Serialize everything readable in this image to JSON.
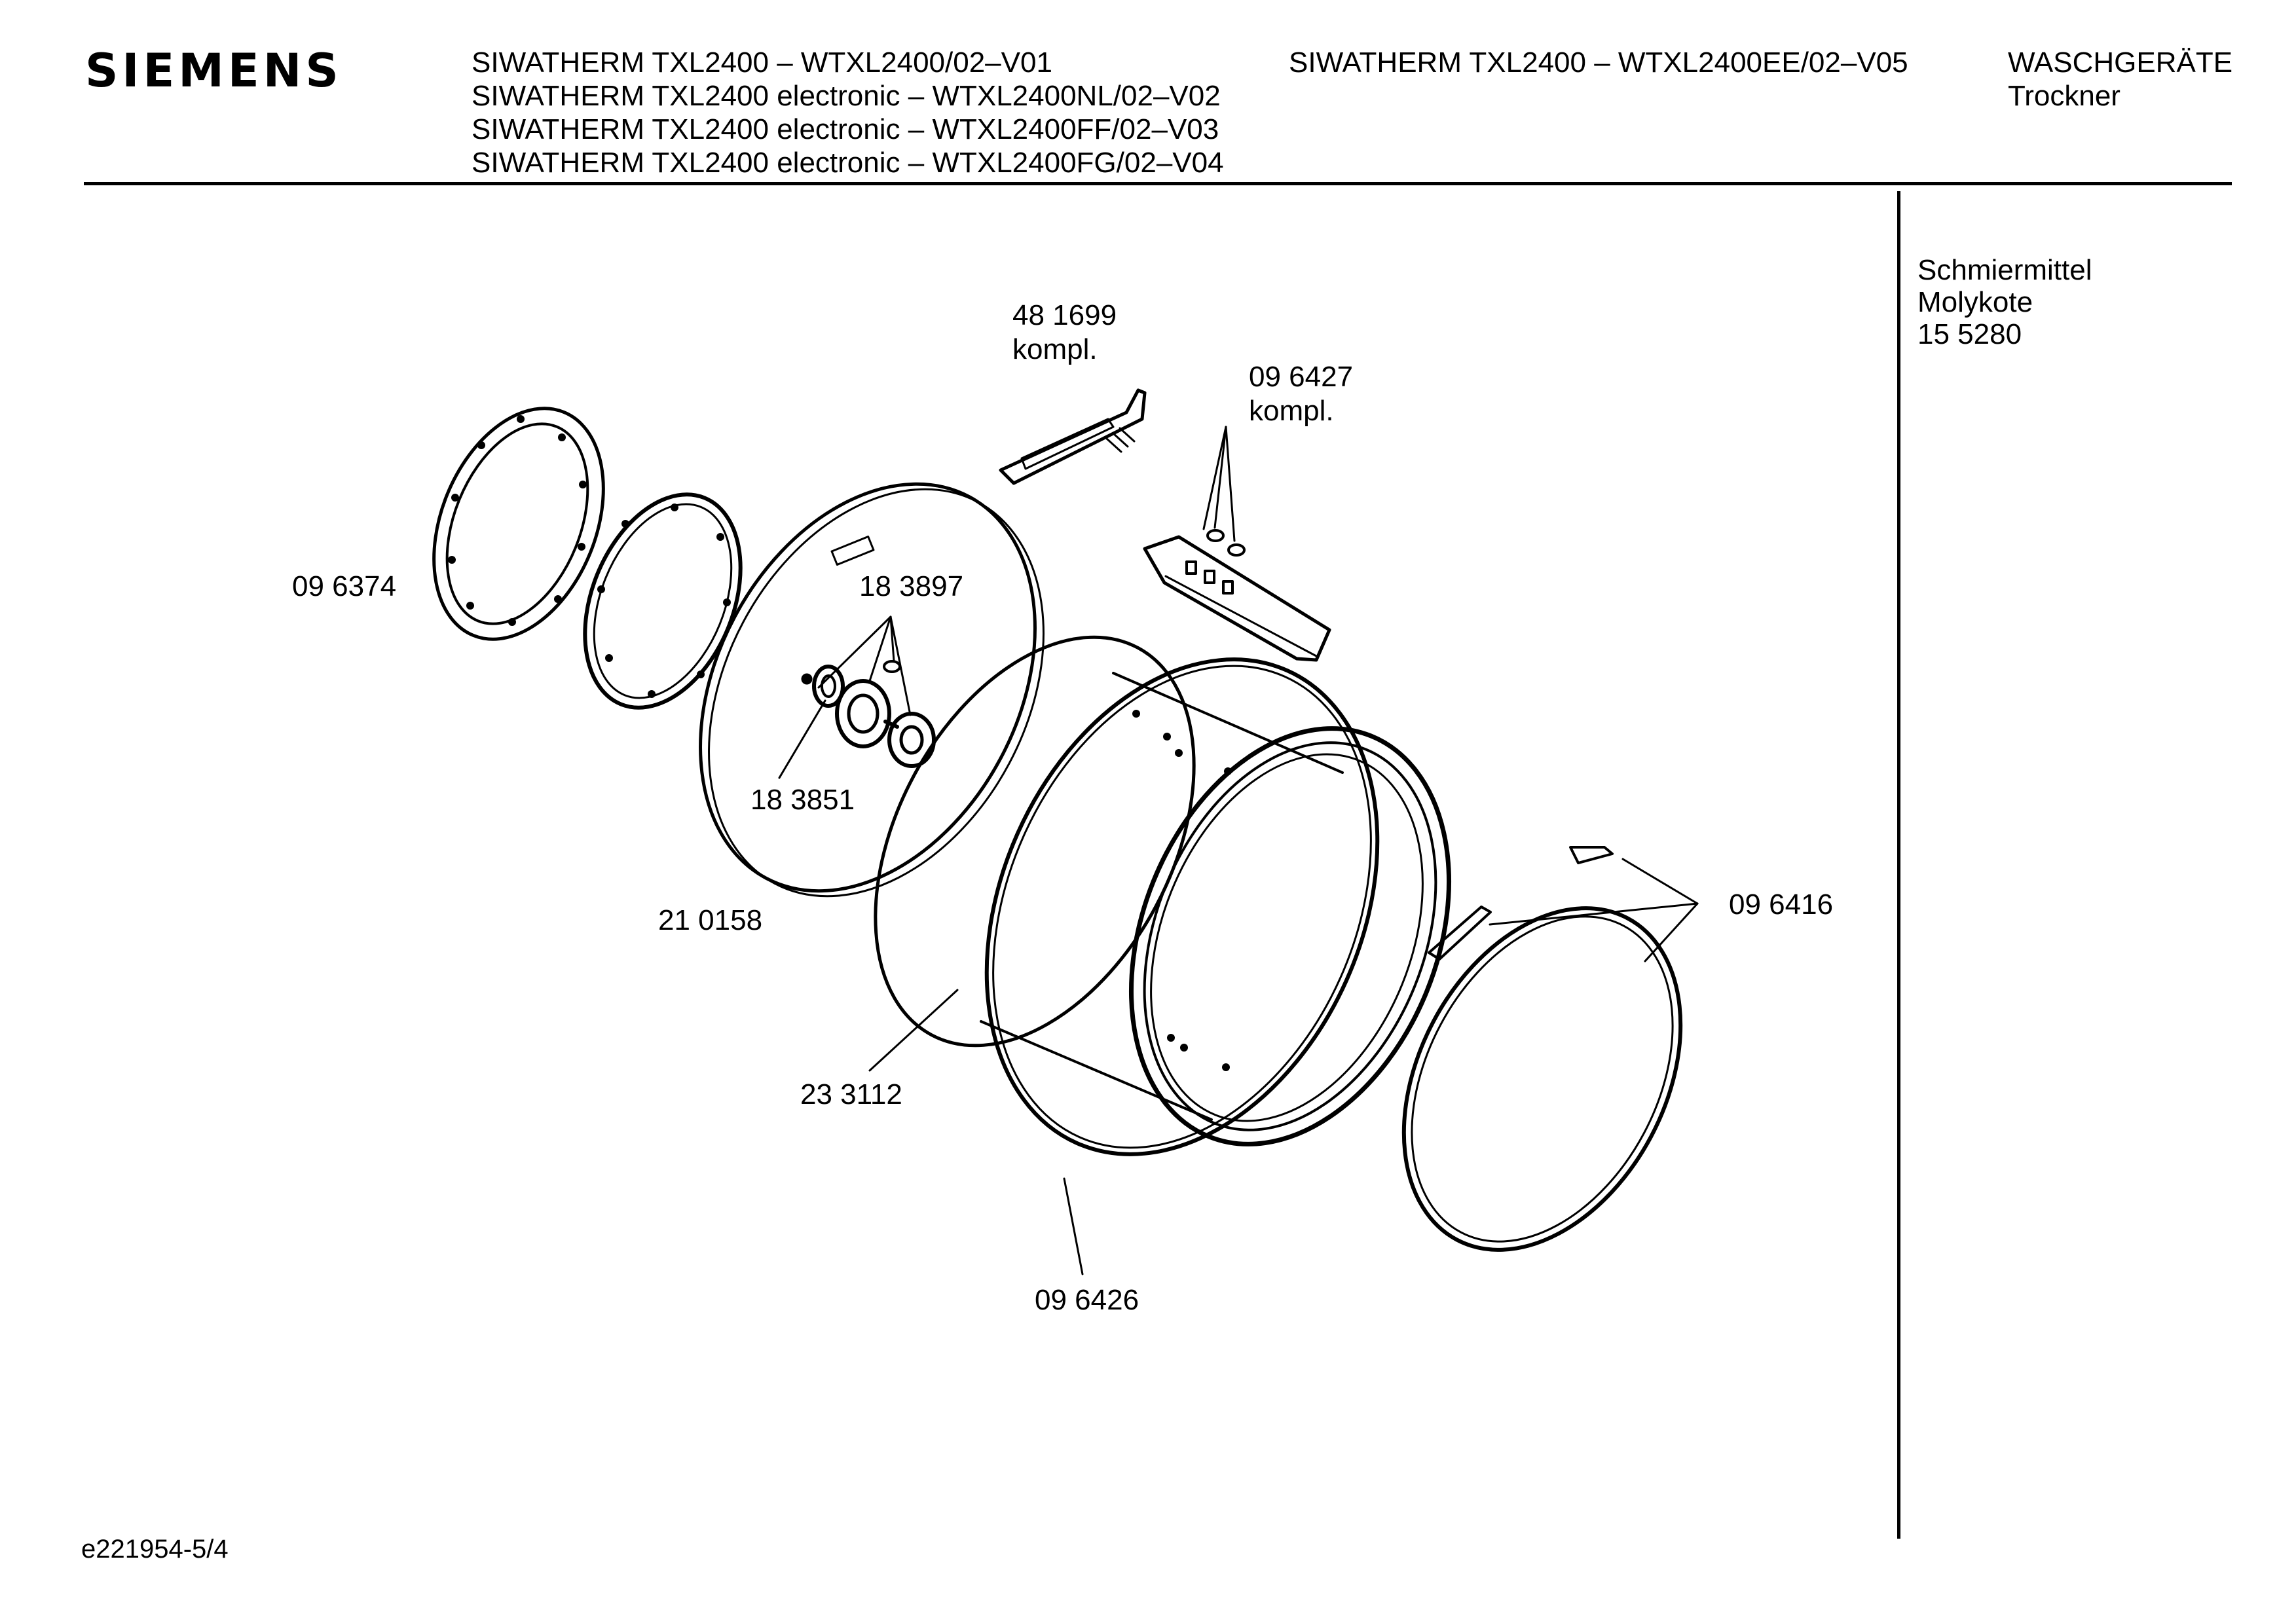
{
  "header": {
    "brand": "SIEMENS",
    "models_left": [
      "SIWATHERM TXL2400 – WTXL2400/02–V01",
      "SIWATHERM TXL2400 electronic – WTXL2400NL/02–V02",
      "SIWATHERM TXL2400 electronic – WTXL2400FF/02–V03",
      "SIWATHERM TXL2400 electronic – WTXL2400FG/02–V04"
    ],
    "models_right": [
      "SIWATHERM TXL2400 – WTXL2400EE/02–V05"
    ],
    "category": "WASCHGERÄTE",
    "subcategory": "Trockner"
  },
  "side_note": {
    "lines": [
      "Schmiermittel",
      "Molykote",
      "15 5280"
    ]
  },
  "part_labels": {
    "p481699": [
      "48 1699",
      "kompl."
    ],
    "p096427": [
      "09 6427",
      "kompl."
    ],
    "p096374": "09 6374",
    "p183897": "18 3897",
    "p183851": "18 3851",
    "p210158": "21 0158",
    "p233112": "23 3112",
    "p096426": "09 6426",
    "p096416": "09 6416"
  },
  "footer": {
    "drawing_id": "e221954-5/4"
  }
}
